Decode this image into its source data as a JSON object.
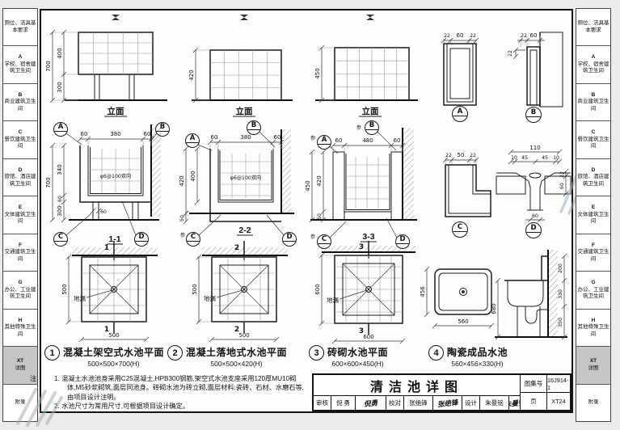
{
  "sidebar": {
    "items": [
      {
        "code": "",
        "label": "厕位、洁具基本要求",
        "active": false
      },
      {
        "code": "A",
        "label": "学校、宿舍建筑卫生间",
        "active": false
      },
      {
        "code": "B",
        "label": "商业建筑卫生间",
        "active": false
      },
      {
        "code": "C",
        "label": "餐饮建筑卫生间",
        "active": false
      },
      {
        "code": "D",
        "label": "旅馆、酒店建筑卫生间",
        "active": false
      },
      {
        "code": "E",
        "label": "文体建筑卫生间",
        "active": false
      },
      {
        "code": "F",
        "label": "交通建筑卫生间",
        "active": false
      },
      {
        "code": "G",
        "label": "办公、工业建筑卫生间",
        "active": false
      },
      {
        "code": "H",
        "label": "其他特殊卫生间",
        "active": false
      },
      {
        "code": "XT",
        "label": "详图",
        "active": true
      },
      {
        "code": "",
        "label": "附录",
        "active": false
      }
    ]
  },
  "d": {
    "e1": {
      "t": "立面",
      "d700": "700",
      "d400": "400",
      "d300": "300"
    },
    "e2": {
      "t": "立面",
      "d420": "420"
    },
    "e3": {
      "t": "立面",
      "d450": "450"
    },
    "A": {
      "l": "A",
      "d22a": "22",
      "d60": "60",
      "d22b": "22"
    },
    "B": {
      "l": "B",
      "d22a": "22",
      "d60": "60",
      "d22b": "22"
    },
    "s11": {
      "l": "1-1",
      "d60a": "60",
      "d380": "380",
      "d60b": "60",
      "d700": "700",
      "d340": "340",
      "d60c": "60",
      "d300": "300",
      "d60leg": "60",
      "rebar": "φ6@100双向",
      "cA": "A",
      "cB": "B",
      "cC": "C",
      "cD": "D"
    },
    "s22": {
      "l": "2-2",
      "d60a": "60",
      "d380": "380",
      "d60b": "60",
      "d420": "420",
      "d400": "400",
      "d50": "50",
      "rebar": "φ6@100双向",
      "ref": "参",
      "cA": "A",
      "cB": "B",
      "cC": "C",
      "cD": "D"
    },
    "s33": {
      "l": "3-3",
      "d60a": "60",
      "d480": "480",
      "d60b": "60",
      "d450": "450",
      "d420": "420",
      "d60c": "60",
      "ref": "参",
      "cA": "A",
      "cB": "B",
      "cC": "C",
      "cD": "D"
    },
    "C": {
      "l": "C",
      "d22a": "22",
      "d50": "50",
      "d22b": "22"
    },
    "D": {
      "l": "D",
      "d110": "110",
      "d10a": "10",
      "d45a": "45",
      "d45b": "45",
      "d10b": "10",
      "d22": "22",
      "d60a": "60",
      "d60b": "60"
    },
    "p1": {
      "cut": "1",
      "dl": "500",
      "db": "500",
      "drain": "地漏"
    },
    "p2": {
      "cut": "2",
      "dl": "500",
      "db": "500",
      "drain": "地漏"
    },
    "p3": {
      "cut": "3",
      "dl": "600",
      "db": "600",
      "drain": "地漏"
    },
    "sink": {
      "d456": "456",
      "d560": "560",
      "d680": "680",
      "d200": "200",
      "d330": "330",
      "d350": "350"
    }
  },
  "captions": [
    {
      "num": "1",
      "title": "混凝土架空式水池平面",
      "size": "500×500×700(H)"
    },
    {
      "num": "2",
      "title": "混凝土落地式水池平面",
      "size": "500×500×420(H)"
    },
    {
      "num": "3",
      "title": "砖砌水池平面",
      "size": "600×600×450(H)"
    },
    {
      "num": "4",
      "title": "陶瓷成品水池",
      "size": "560×456×330(H)"
    }
  ],
  "notes": {
    "prefix": "注:",
    "items": [
      "1. 混凝土水池池身采用C25混凝土,HPB300钢筋,架空式水池支座采用120厚MU10砌体,M5砂浆砌筑,面层同池身。砖砌水池为砖立砌,面层材料:瓷砖、石材、水磨石等,由项目设计注明。",
      "2. 水池尺寸为常用尺寸,可根据项目设计确定。"
    ]
  },
  "titleblock": {
    "title": "清洁池详图",
    "atlas_label": "图集号",
    "atlas_no": "16J914-1",
    "page_label": "页",
    "page_no": "XT24",
    "review_label": "审核",
    "review_name": "倪 勇",
    "review_sig": "倪勇",
    "proof_label": "校对",
    "proof_name": "张绝锋",
    "proof_sig": "张绝锋",
    "design_label": "设计",
    "design_name": "朱曼铭",
    "design_sig": "朱曼铭"
  }
}
